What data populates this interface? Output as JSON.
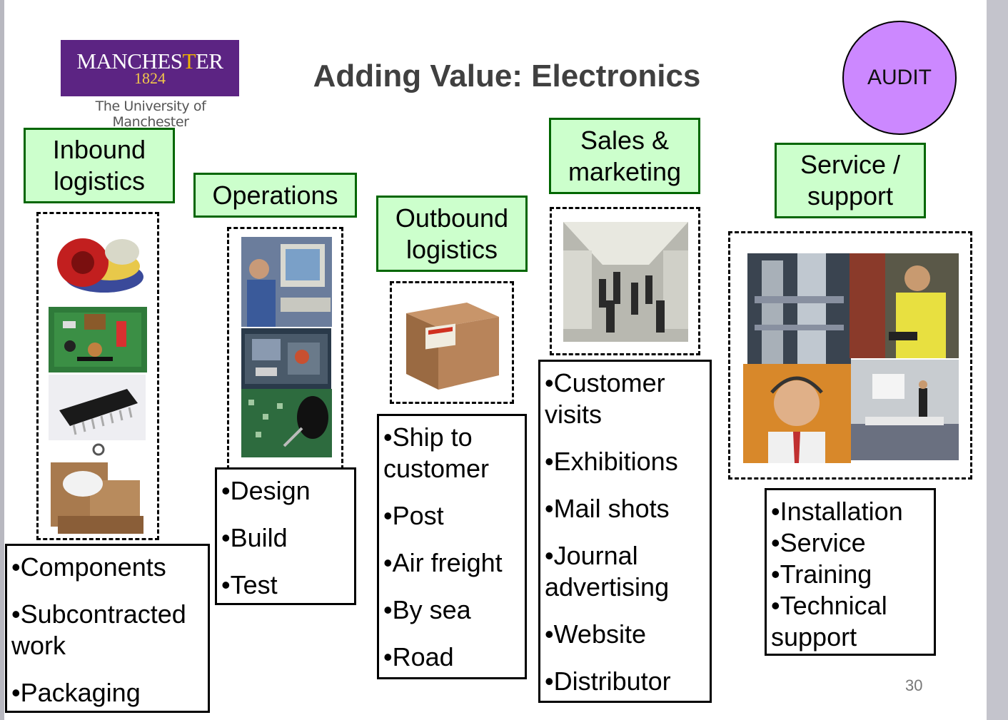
{
  "logo": {
    "name_a": "MANCHES",
    "name_b": "T",
    "name_c": "ER",
    "year": "1824",
    "subtitle": "The University of Manchester"
  },
  "title": "Adding Value: Electronics",
  "audit": "AUDIT",
  "page_number": "30",
  "columns": [
    {
      "heading": "Inbound logistics",
      "items": [
        "•Components",
        "•Subcontracted work",
        "•Packaging"
      ]
    },
    {
      "heading": "Operations",
      "items": [
        "•Design",
        "•Build",
        "•Test"
      ]
    },
    {
      "heading": "Outbound logistics",
      "items": [
        "•Ship to customer",
        "•Post",
        "•Air freight",
        "•By sea",
        "•Road"
      ]
    },
    {
      "heading": "Sales & marketing",
      "items": [
        "•Customer visits",
        "•Exhibitions",
        "•Mail shots",
        "•Journal advertising",
        "•Website",
        "•Distributor"
      ]
    },
    {
      "heading": "Service / support",
      "items": [
        "•Installation",
        "•Service",
        "•Training",
        "•Technical support"
      ]
    }
  ],
  "colors": {
    "heading_fill": "#ccffcc",
    "heading_border": "#006600",
    "logo_purple": "#5c2483",
    "audit_fill": "#cc88ff"
  }
}
